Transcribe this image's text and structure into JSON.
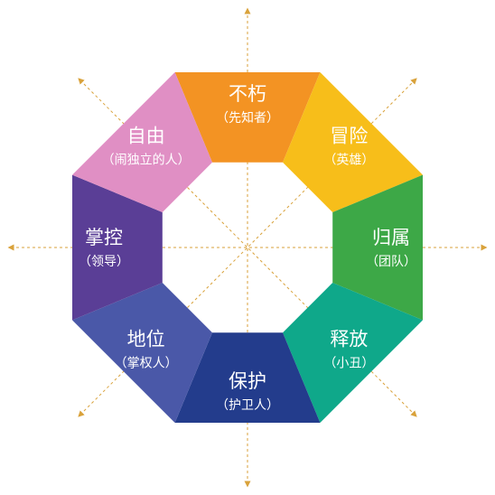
{
  "diagram": {
    "segments": [
      {
        "title": "不朽",
        "subtitle": "（先知者）",
        "color": "#F39323"
      },
      {
        "title": "冒险",
        "subtitle": "（英雄）",
        "color": "#F7BE1A"
      },
      {
        "title": "归属",
        "subtitle": "（团队）",
        "color": "#3DA847"
      },
      {
        "title": "释放",
        "subtitle": "（小丑）",
        "color": "#0FA88A"
      },
      {
        "title": "保护",
        "subtitle": "（护卫人）",
        "color": "#233C8C"
      },
      {
        "title": "地位",
        "subtitle": "（掌权人）",
        "color": "#4A58A8"
      },
      {
        "title": "掌控",
        "subtitle": "（领导）",
        "color": "#5A3E96"
      },
      {
        "title": "自由",
        "subtitle": "（闹独立的人）",
        "color": "#E08FC4"
      }
    ],
    "axis_color": "#D9A23B"
  }
}
